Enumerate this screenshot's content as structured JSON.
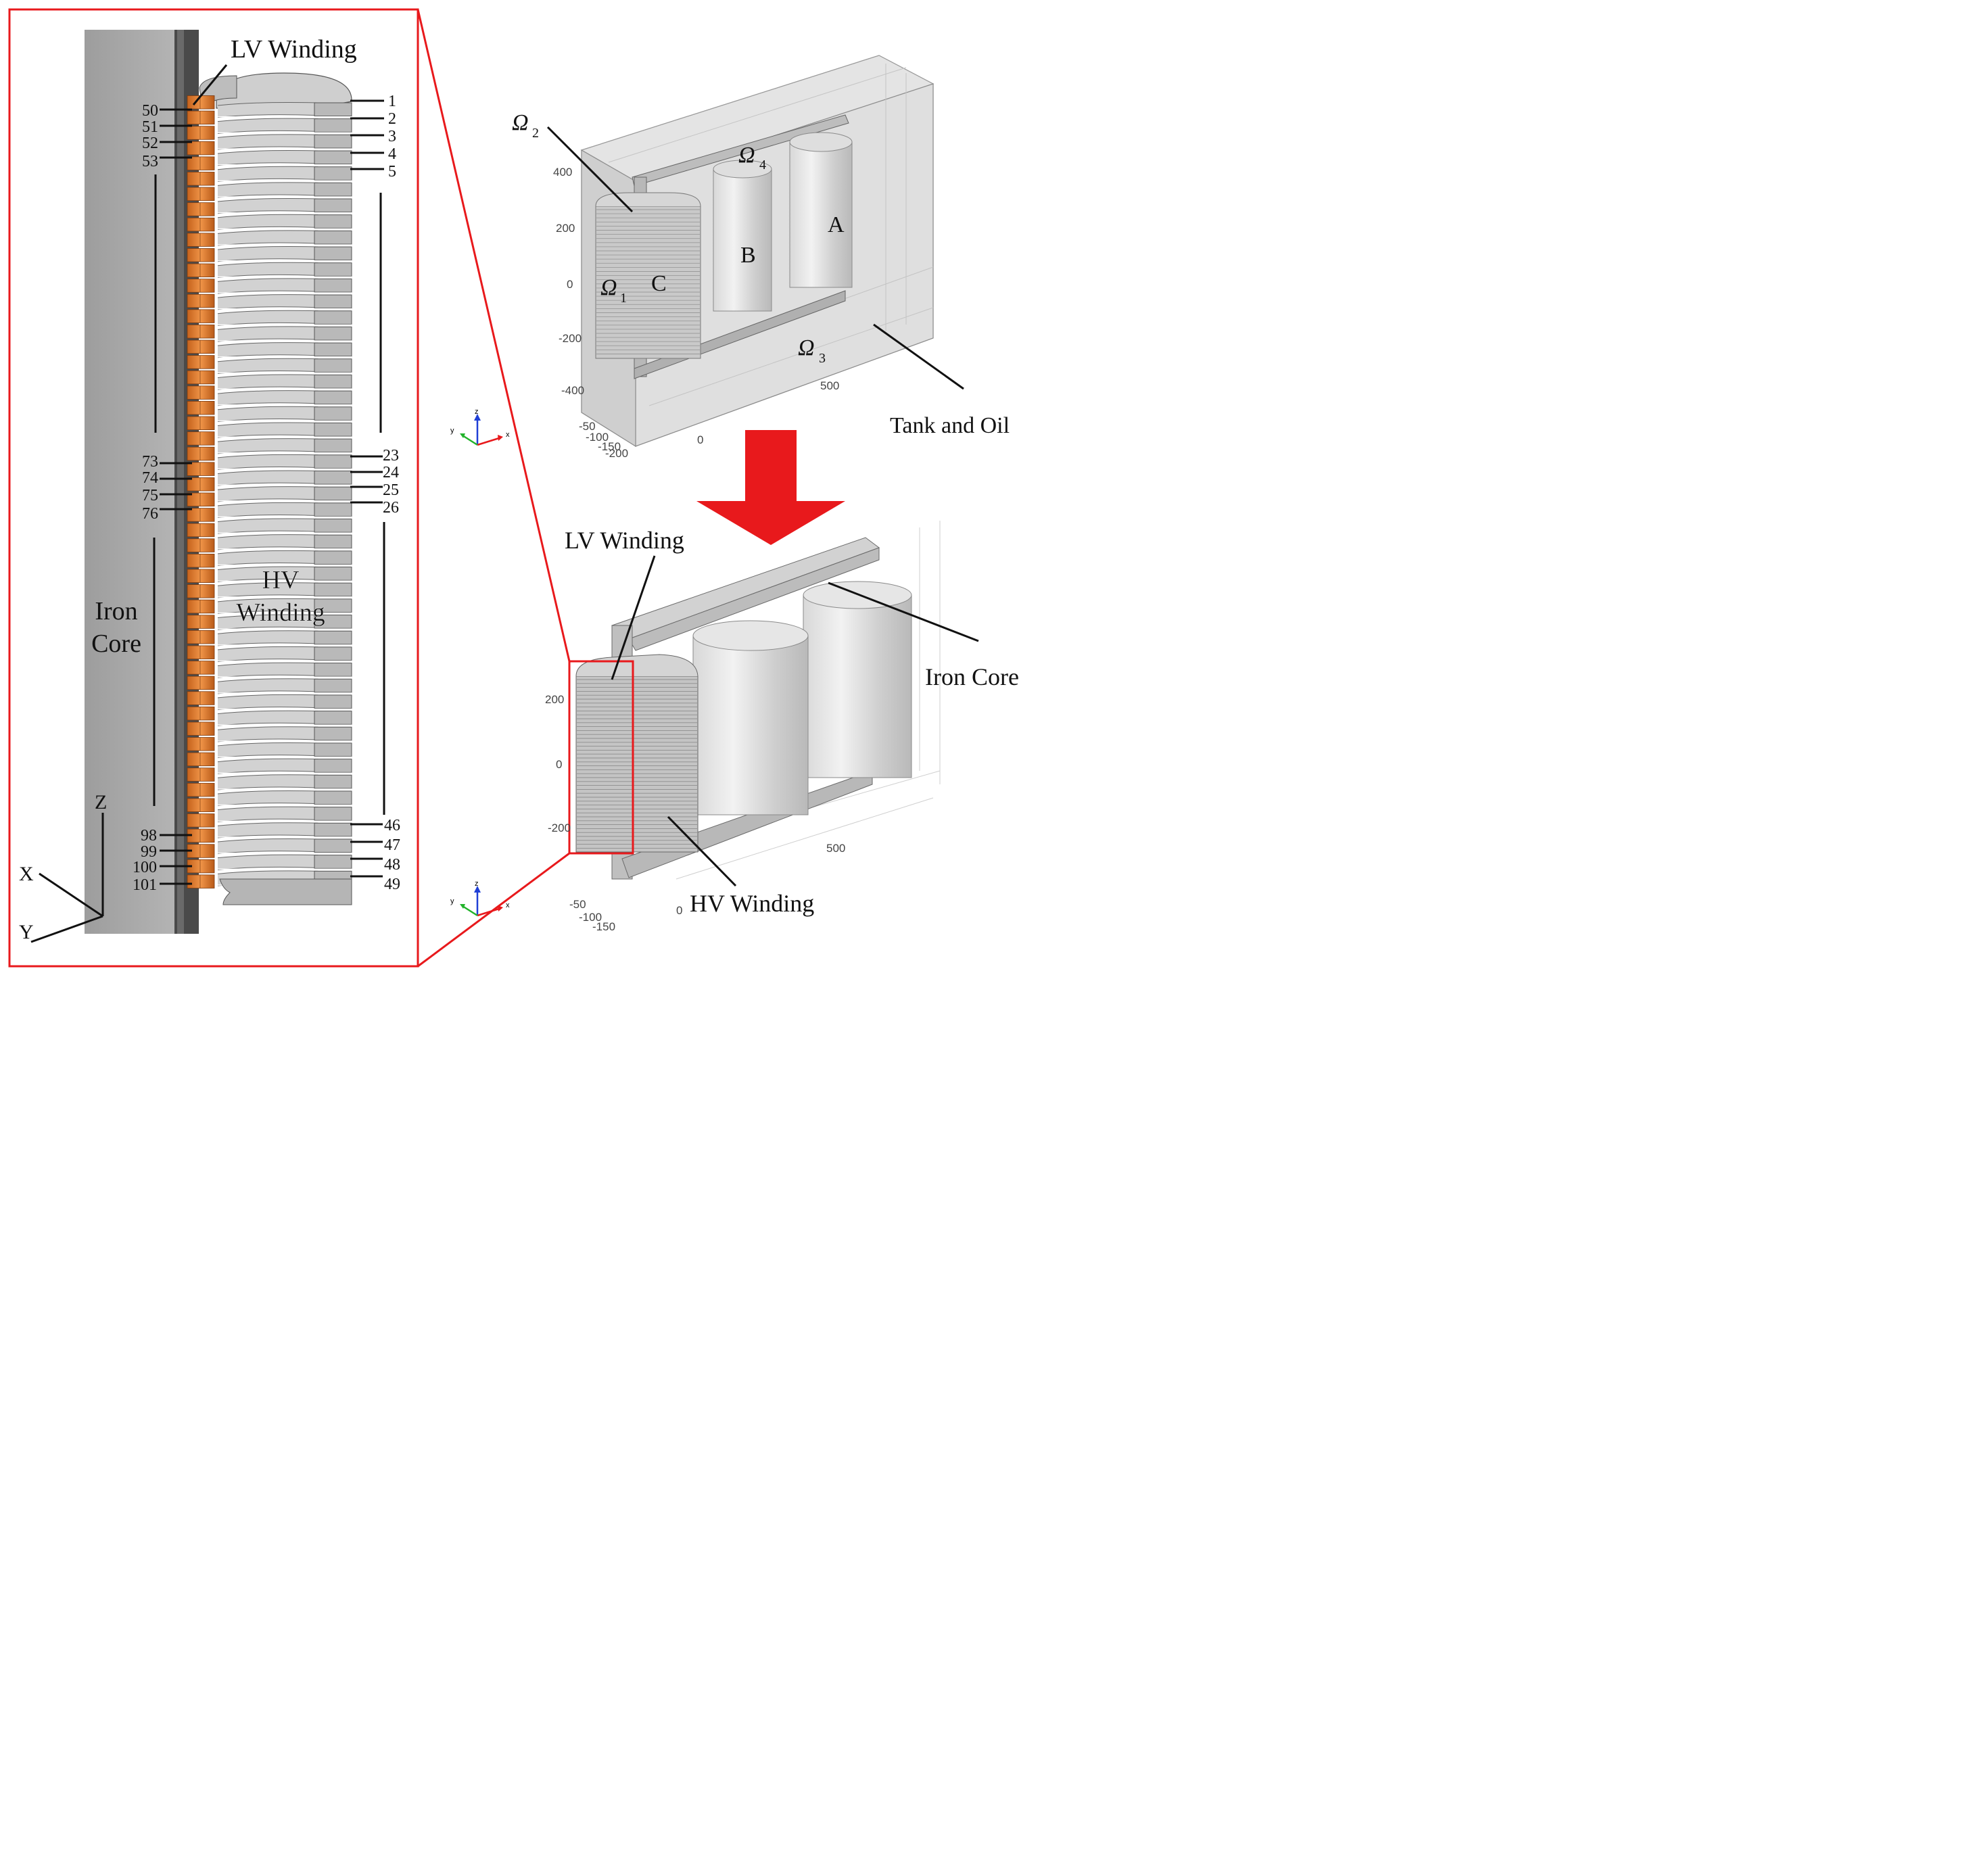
{
  "colors": {
    "frame_red": "#e8191c",
    "copper": "#e07a2e",
    "core_gray": "#a9a9a9",
    "hv_gray": "#c0c0c0"
  },
  "zoom_panel": {
    "lv_winding_label": "LV Winding",
    "hv_winding_label_line1": "HV",
    "hv_winding_label_line2": "Winding",
    "iron_core_label_line1": "Iron",
    "iron_core_label_line2": "Core",
    "lv_turn_labels_top": [
      "50",
      "51",
      "52",
      "53"
    ],
    "lv_turn_labels_mid": [
      "73",
      "74",
      "75",
      "76"
    ],
    "lv_turn_labels_bottom": [
      "98",
      "99",
      "100",
      "101"
    ],
    "hv_disc_labels_top": [
      "1",
      "2",
      "3",
      "4",
      "5"
    ],
    "hv_disc_labels_mid": [
      "23",
      "24",
      "25",
      "26"
    ],
    "hv_disc_labels_bottom": [
      "46",
      "47",
      "48",
      "49"
    ],
    "axes": {
      "z": "Z",
      "x": "X",
      "y": "Y"
    }
  },
  "top_model": {
    "omega1": "Ω",
    "omega1_sub": "1",
    "omega2": "Ω",
    "omega2_sub": "2",
    "omega3": "Ω",
    "omega3_sub": "3",
    "omega4": "Ω",
    "omega4_sub": "4",
    "phase_a": "A",
    "phase_b": "B",
    "phase_c": "C",
    "tank_label": "Tank and Oil",
    "z_ticks": [
      "400",
      "200",
      "0",
      "-200",
      "-400"
    ],
    "x_ticks": [
      "500",
      "0"
    ],
    "y_ticks": [
      "-50",
      "-100",
      "-150",
      "-200"
    ]
  },
  "bottom_model": {
    "lv_winding_label": "LV Winding",
    "hv_winding_label": "HV Winding",
    "iron_core_label": "Iron Core",
    "z_ticks": [
      "200",
      "0",
      "-200"
    ],
    "x_ticks": [
      "500",
      "0"
    ],
    "y_ticks": [
      "-50",
      "-100",
      "-150"
    ]
  },
  "triad": {
    "x": "x",
    "y": "y",
    "z": "z"
  }
}
